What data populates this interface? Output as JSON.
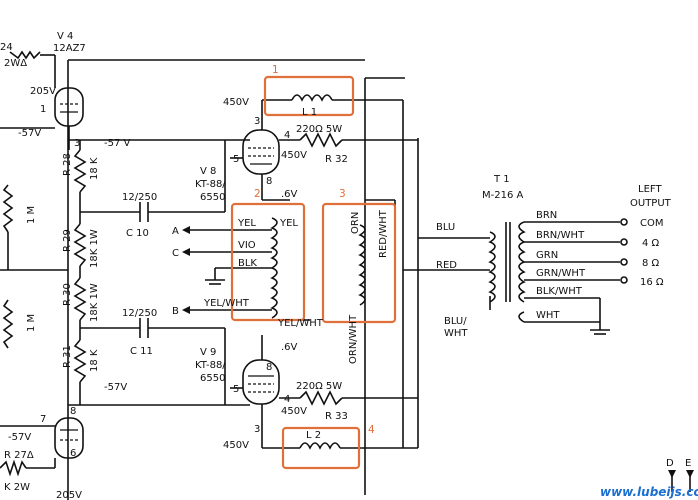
{
  "boxes": [
    {
      "number": "1"
    },
    {
      "number": "2"
    },
    {
      "number": "3"
    },
    {
      "number": "4"
    }
  ],
  "labels": {
    "r24": "24",
    "r24_w": "2WΔ",
    "v4": "V 4",
    "v4_type": "12AZ7",
    "v205_top": "205V",
    "neg57_left_top": "-57V",
    "pin1": "1",
    "pin3_v4": "3",
    "neg57_mid_top": "-57 V",
    "r28": "R 28",
    "r28_val": "18 K",
    "r29": "R 29",
    "r29_val": "18K 1W",
    "r30": "R 30",
    "r30_val": "18K 1W",
    "r31": "R 31",
    "r31_val": "18 K",
    "r_1m_top": "1 M",
    "r_1m_bot": "1 M",
    "c10_val": "12/250",
    "c10": "C 10",
    "c11_val": "12/250",
    "c11": "C 11",
    "a_label": "A",
    "c_label": "C",
    "b_label": "B",
    "v8": "V 8",
    "v8_type1": "KT-88/",
    "v8_type2": "6550",
    "v9": "V 9",
    "v9_type1": "KT-88/",
    "v9_type2": "6550",
    "v450_top": "450V",
    "v450_v8": "450V",
    "v450_v9": "450V",
    "v450_bot": "450V",
    "v6_top": ".6V",
    "v6_bot": ".6V",
    "r32_val": "220Ω 5W",
    "r32": "R 32",
    "r33_val": "220Ω 5W",
    "r33": "R 33",
    "l1": "L 1",
    "l2": "L 2",
    "pin3_v8": "3",
    "pin4_v8": "4",
    "pin5_v8": "5",
    "pin8_v8": "8",
    "pin5_v9": "5",
    "pin8_v9": "8",
    "pin4_v9": "4",
    "pin3_v9": "3",
    "yel_l": "YEL",
    "yel_r": "YEL",
    "vio": "VIO",
    "blk": "BLK",
    "yel_wht_l": "YEL/WHT",
    "yel_wht_r": "YEL/WHT",
    "orn": "ORN",
    "red_wht": "RED/WHT",
    "orn_wht": "ORN/WHT",
    "blu": "BLU",
    "red": "RED",
    "blu_wht1": "BLU/",
    "blu_wht2": "WHT",
    "t1": "T 1",
    "t1_type": "M-216 A",
    "brn": "BRN",
    "brn_wht": "BRN/WHT",
    "grn": "GRN",
    "grn_wht": "GRN/WHT",
    "blk_wht": "BLK/WHT",
    "wht": "WHT",
    "left_output1": "LEFT",
    "left_output2": "OUTPUT",
    "com": "COM",
    "ohm4": "4 Ω",
    "ohm8": "8 Ω",
    "ohm16": "16 Ω",
    "pin7_bot": "7",
    "pin8_bot": "8",
    "pin6_bot": "6",
    "neg57_left_bot": "-57V",
    "neg57_mid_bot": "-57V",
    "r27": "R 27Δ",
    "r27_w": "K 2W",
    "v205_bot": "205V",
    "d_label": "D",
    "e_label": "E",
    "watermark": "www.lubeijs.com"
  }
}
